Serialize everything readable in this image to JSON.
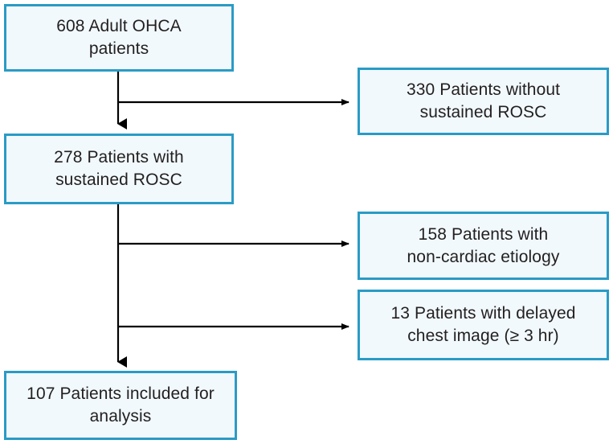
{
  "diagram": {
    "type": "patient-flow-diagram",
    "colors": {
      "box_border": "#2a9bc6",
      "box_fill": "#f1f9fc",
      "connector": "#000000",
      "text": "#231f20"
    },
    "nodes": {
      "enrolled": {
        "label": "608 Adult OHCA\npatients",
        "count": 608
      },
      "no_rosc": {
        "label": "330 Patients without\nsustained ROSC",
        "count": 330
      },
      "rosc": {
        "label": "278 Patients with\nsustained ROSC",
        "count": 278
      },
      "noncardiac": {
        "label": "158 Patients with\nnon-cardiac etiology",
        "count": 158
      },
      "delayed": {
        "label": "13 Patients with delayed\nchest image (≥ 3 hr)",
        "count": 13
      },
      "included": {
        "label": "107 Patients included for\nanalysis",
        "count": 107
      }
    },
    "edges": [
      {
        "from": "enrolled",
        "to": "no_rosc",
        "direction": "right"
      },
      {
        "from": "enrolled",
        "to": "rosc",
        "direction": "down"
      },
      {
        "from": "rosc",
        "to": "noncardiac",
        "direction": "right"
      },
      {
        "from": "rosc",
        "to": "delayed",
        "direction": "right"
      },
      {
        "from": "rosc",
        "to": "included",
        "direction": "down"
      }
    ]
  }
}
